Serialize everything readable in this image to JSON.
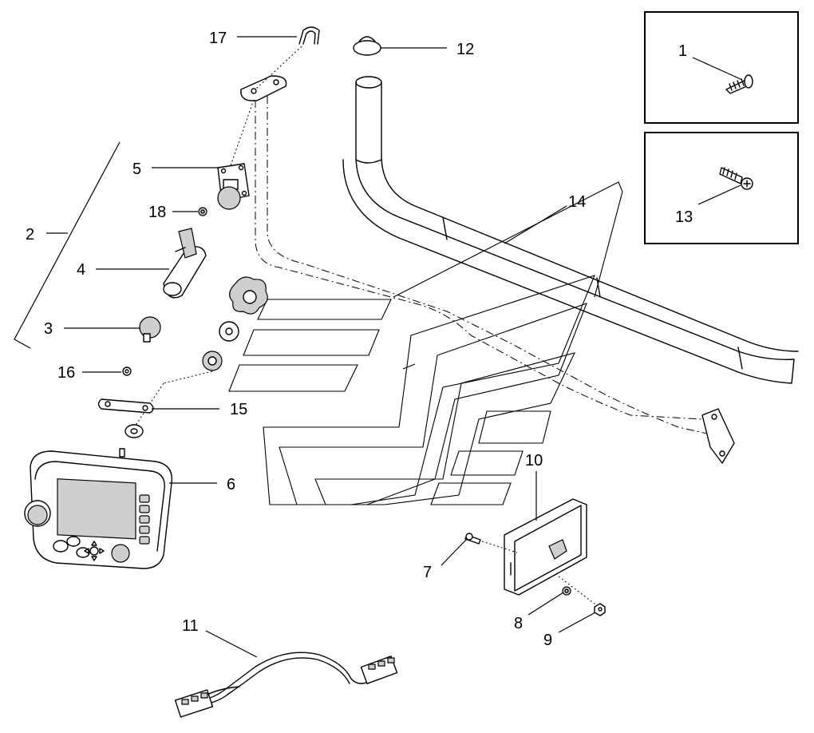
{
  "callouts": {
    "c1": "1",
    "c2": "2",
    "c3": "3",
    "c4": "4",
    "c5": "5",
    "c6": "6",
    "c7": "7",
    "c8": "8",
    "c9": "9",
    "c10": "10",
    "c11": "11",
    "c12": "12",
    "c13": "13",
    "c14": "14",
    "c15": "15",
    "c16": "16",
    "c17": "17",
    "c18": "18"
  },
  "parts": {
    "p1": "screw-icon",
    "p3": "ball-stud-icon",
    "p4": "mount-arm-icon",
    "p5": "ball-mount-plate-icon",
    "p6": "display-monitor-icon",
    "p7": "bolt-icon",
    "p8": "washer-icon",
    "p9": "nut-icon",
    "p10": "control-module-icon",
    "p11": "wire-harness-icon",
    "p12": "cap-icon",
    "p13": "screw-icon",
    "p14": "support-tube-icon",
    "p15": "mounting-bracket-icon",
    "p16": "washer-icon",
    "p17": "u-bolt-icon",
    "p18": "nut-icon"
  }
}
